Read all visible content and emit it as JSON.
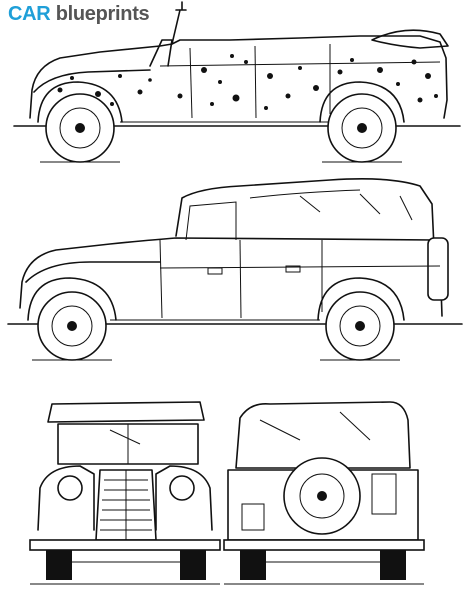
{
  "logo": {
    "car": "CAR",
    "blueprints": "blueprints"
  },
  "views": [
    {
      "name": "side-view-open-top"
    },
    {
      "name": "side-view-soft-top"
    },
    {
      "name": "front-view"
    },
    {
      "name": "rear-view"
    }
  ]
}
